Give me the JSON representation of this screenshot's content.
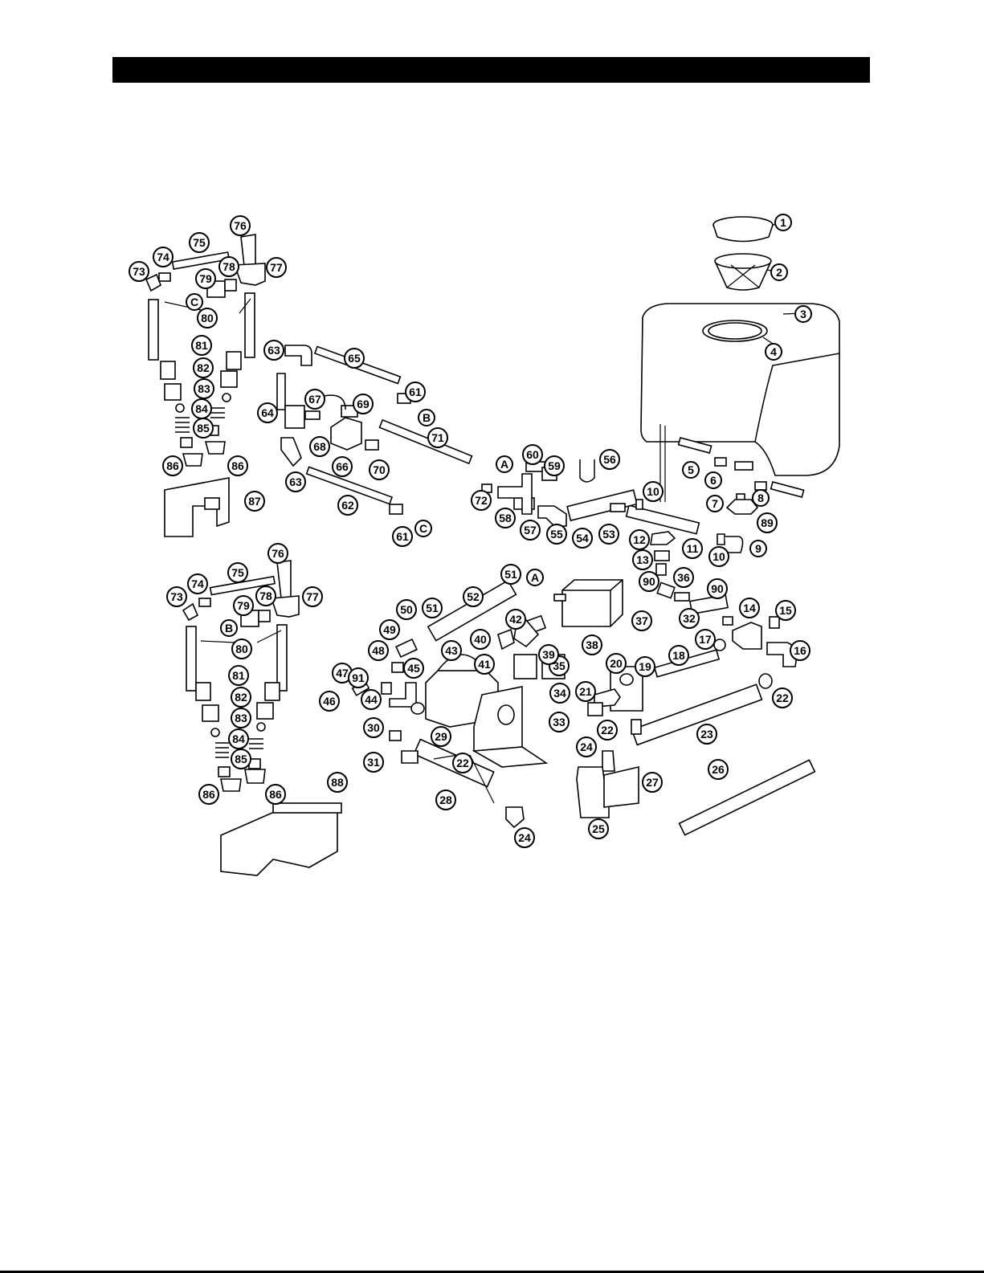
{
  "header": {
    "title": ""
  },
  "callouts": [
    {
      "id": "c1",
      "label": "1"
    },
    {
      "id": "c2",
      "label": "2"
    },
    {
      "id": "c3",
      "label": "3"
    },
    {
      "id": "c4",
      "label": "4"
    },
    {
      "id": "c5",
      "label": "5"
    },
    {
      "id": "c6",
      "label": "6"
    },
    {
      "id": "c7",
      "label": "7"
    },
    {
      "id": "c8",
      "label": "8"
    },
    {
      "id": "c89",
      "label": "89"
    },
    {
      "id": "c9",
      "label": "9"
    },
    {
      "id": "c10a",
      "label": "10"
    },
    {
      "id": "c10b",
      "label": "10"
    },
    {
      "id": "c11",
      "label": "11"
    },
    {
      "id": "c12",
      "label": "12"
    },
    {
      "id": "c13",
      "label": "13"
    },
    {
      "id": "c90a",
      "label": "90"
    },
    {
      "id": "c36",
      "label": "36"
    },
    {
      "id": "c90b",
      "label": "90"
    },
    {
      "id": "c32",
      "label": "32"
    },
    {
      "id": "c14",
      "label": "14"
    },
    {
      "id": "c15",
      "label": "15"
    },
    {
      "id": "c16",
      "label": "16"
    },
    {
      "id": "c17",
      "label": "17"
    },
    {
      "id": "c18",
      "label": "18"
    },
    {
      "id": "c19",
      "label": "19"
    },
    {
      "id": "c20",
      "label": "20"
    },
    {
      "id": "c21",
      "label": "21"
    },
    {
      "id": "c22a",
      "label": "22"
    },
    {
      "id": "c22b",
      "label": "22"
    },
    {
      "id": "c22c",
      "label": "22"
    },
    {
      "id": "c23",
      "label": "23"
    },
    {
      "id": "c24a",
      "label": "24"
    },
    {
      "id": "c24b",
      "label": "24"
    },
    {
      "id": "c25",
      "label": "25"
    },
    {
      "id": "c26",
      "label": "26"
    },
    {
      "id": "c27",
      "label": "27"
    },
    {
      "id": "c28",
      "label": "28"
    },
    {
      "id": "c29",
      "label": "29"
    },
    {
      "id": "c30",
      "label": "30"
    },
    {
      "id": "c31",
      "label": "31"
    },
    {
      "id": "c33",
      "label": "33"
    },
    {
      "id": "c34",
      "label": "34"
    },
    {
      "id": "c35",
      "label": "35"
    },
    {
      "id": "c37",
      "label": "37"
    },
    {
      "id": "c38",
      "label": "38"
    },
    {
      "id": "c39",
      "label": "39"
    },
    {
      "id": "c40",
      "label": "40"
    },
    {
      "id": "c41",
      "label": "41"
    },
    {
      "id": "c42",
      "label": "42"
    },
    {
      "id": "c43",
      "label": "43"
    },
    {
      "id": "c44",
      "label": "44"
    },
    {
      "id": "c45",
      "label": "45"
    },
    {
      "id": "c46",
      "label": "46"
    },
    {
      "id": "c47",
      "label": "47"
    },
    {
      "id": "c48",
      "label": "48"
    },
    {
      "id": "c49",
      "label": "49"
    },
    {
      "id": "c50",
      "label": "50"
    },
    {
      "id": "c51a",
      "label": "51"
    },
    {
      "id": "c51b",
      "label": "51"
    },
    {
      "id": "cA1",
      "label": "A"
    },
    {
      "id": "c52",
      "label": "52"
    },
    {
      "id": "c53",
      "label": "53"
    },
    {
      "id": "c54",
      "label": "54"
    },
    {
      "id": "c55",
      "label": "55"
    },
    {
      "id": "c56",
      "label": "56"
    },
    {
      "id": "c57",
      "label": "57"
    },
    {
      "id": "c58",
      "label": "58"
    },
    {
      "id": "c59",
      "label": "59"
    },
    {
      "id": "c60",
      "label": "60"
    },
    {
      "id": "cA2",
      "label": "A"
    },
    {
      "id": "c72",
      "label": "72"
    },
    {
      "id": "c71",
      "label": "71"
    },
    {
      "id": "c70",
      "label": "70"
    },
    {
      "id": "c66",
      "label": "66"
    },
    {
      "id": "c69",
      "label": "69"
    },
    {
      "id": "c67",
      "label": "67"
    },
    {
      "id": "c68",
      "label": "68"
    },
    {
      "id": "c64",
      "label": "64"
    },
    {
      "id": "c63a",
      "label": "63"
    },
    {
      "id": "c65",
      "label": "65"
    },
    {
      "id": "c61a",
      "label": "61"
    },
    {
      "id": "cB1",
      "label": "B"
    },
    {
      "id": "c63b",
      "label": "63"
    },
    {
      "id": "c62",
      "label": "62"
    },
    {
      "id": "c61b",
      "label": "61"
    },
    {
      "id": "cC1",
      "label": "C"
    },
    {
      "id": "c73a",
      "label": "73"
    },
    {
      "id": "c74a",
      "label": "74"
    },
    {
      "id": "c75a",
      "label": "75"
    },
    {
      "id": "c76a",
      "label": "76"
    },
    {
      "id": "c77a",
      "label": "77"
    },
    {
      "id": "c78a",
      "label": "78"
    },
    {
      "id": "c79a",
      "label": "79"
    },
    {
      "id": "cC2",
      "label": "C"
    },
    {
      "id": "c80a",
      "label": "80"
    },
    {
      "id": "c81a",
      "label": "81"
    },
    {
      "id": "c82a",
      "label": "82"
    },
    {
      "id": "c83a",
      "label": "83"
    },
    {
      "id": "c84a",
      "label": "84"
    },
    {
      "id": "c85a",
      "label": "85"
    },
    {
      "id": "c86a",
      "label": "86"
    },
    {
      "id": "c86b",
      "label": "86"
    },
    {
      "id": "c87",
      "label": "87"
    },
    {
      "id": "c73b",
      "label": "73"
    },
    {
      "id": "c74b",
      "label": "74"
    },
    {
      "id": "c75b",
      "label": "75"
    },
    {
      "id": "c76b",
      "label": "76"
    },
    {
      "id": "c77b",
      "label": "77"
    },
    {
      "id": "c78b",
      "label": "78"
    },
    {
      "id": "c79b",
      "label": "79"
    },
    {
      "id": "cB2",
      "label": "B"
    },
    {
      "id": "c80b",
      "label": "80"
    },
    {
      "id": "c81b",
      "label": "81"
    },
    {
      "id": "c82b",
      "label": "82"
    },
    {
      "id": "c83b",
      "label": "83"
    },
    {
      "id": "c84b",
      "label": "84"
    },
    {
      "id": "c85b",
      "label": "85"
    },
    {
      "id": "c86c",
      "label": "86"
    },
    {
      "id": "c86d",
      "label": "86"
    },
    {
      "id": "c88",
      "label": "88"
    },
    {
      "id": "c91",
      "label": "91"
    }
  ]
}
